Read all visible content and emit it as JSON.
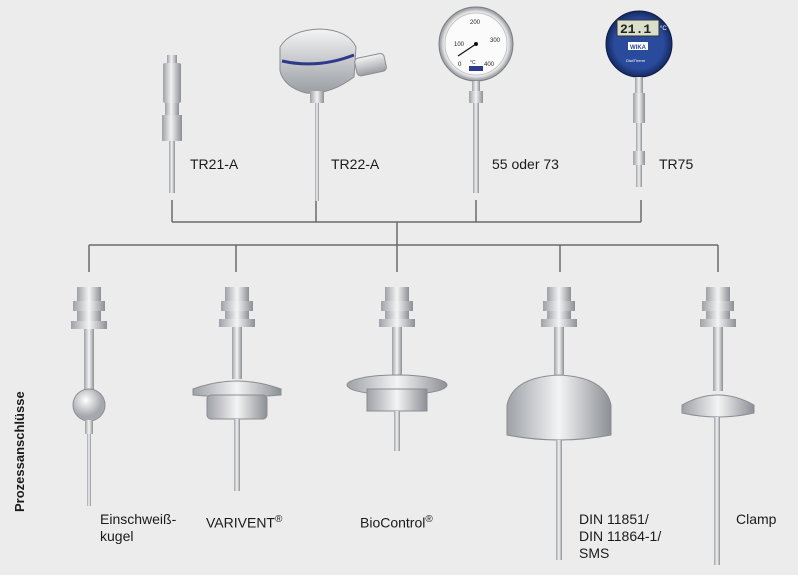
{
  "top_devices": [
    {
      "label": "TR21-A"
    },
    {
      "label": "TR22-A"
    },
    {
      "label": "55 oder 73"
    },
    {
      "label": "TR75"
    }
  ],
  "gauge": {
    "ticks": [
      "100",
      "200",
      "300",
      "400",
      "0"
    ],
    "unit": "°C",
    "brand": "WIKA"
  },
  "digital": {
    "reading": "21.1",
    "unit": "°C",
    "brand": "WIKA",
    "sub": "DiwiTherm"
  },
  "side_label": "Prozessanschlüsse",
  "connections": [
    {
      "label": "Einschweiß-\nkugel",
      "sup": ""
    },
    {
      "label": "VARIVENT",
      "sup": "®"
    },
    {
      "label": "BioControl",
      "sup": "®"
    },
    {
      "label": "DIN 11851/\nDIN 11864-1/\nSMS",
      "sup": ""
    },
    {
      "label": "Clamp",
      "sup": ""
    }
  ],
  "colors": {
    "line": "#6b6b6b",
    "metal": "#c9cbcf",
    "background": "#ececec",
    "display": "#2a4a9c"
  }
}
